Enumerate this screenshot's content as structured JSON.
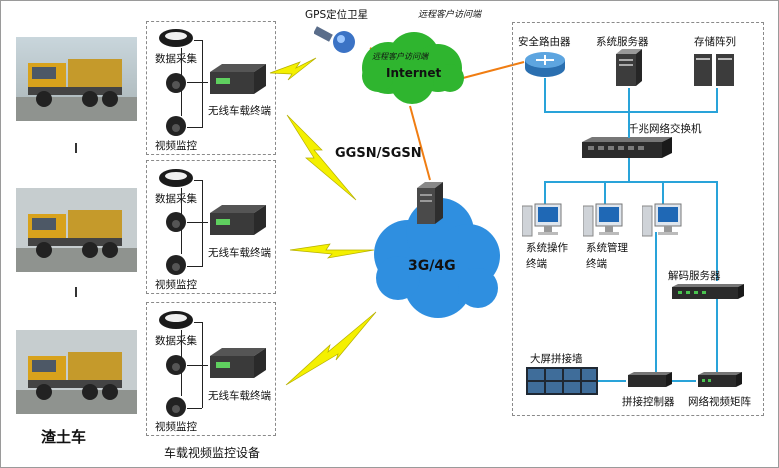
{
  "left": {
    "truck_label": "渣土车",
    "group_label": "车载视频监控设备",
    "groups": [
      {
        "data_capture": "数据采集",
        "terminal": "无线车载终端",
        "video": "视频监控"
      },
      {
        "data_capture": "数据采集",
        "terminal": "无线车载终端",
        "video": "视频监控"
      },
      {
        "data_capture": "数据采集",
        "terminal": "无线车载终端",
        "video": "视频监控"
      }
    ]
  },
  "middle": {
    "gps": "GPS定位卫星",
    "internet": "Internet",
    "internet_caption": "远程客户访问端",
    "gateway": "GGSN/SGSN",
    "mobile_net": "3G/4G"
  },
  "right": {
    "top_caption": "远程客户访问端",
    "router": "安全路由器",
    "system_server": "系统服务器",
    "storage": "存储阵列",
    "switch": "千兆网络交换机",
    "op_terminal": "系统操作\n终端",
    "mgmt_terminal": "系统管理\n终端",
    "decoder": "解码服务器",
    "video_wall": "大屏拼接墙",
    "splice_ctrl": "拼接控制器",
    "video_matrix": "网络视频矩阵"
  },
  "colors": {
    "lan": "#29a3d9",
    "wan": "#f07d12",
    "lightning": "#f4f000",
    "cloud_green": "#2fb52f",
    "cloud_blue": "#2f8fe0"
  }
}
